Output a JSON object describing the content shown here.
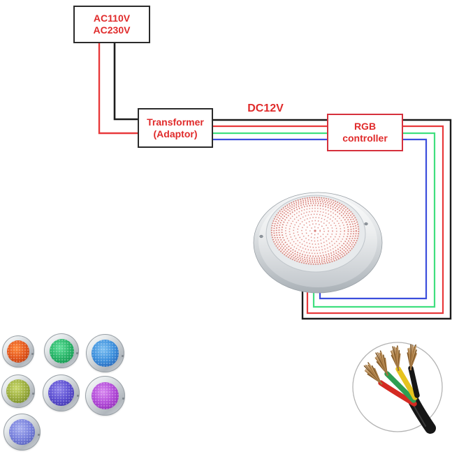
{
  "diagram": {
    "ac_box": {
      "line1": "AC110V",
      "line2": "AC230V"
    },
    "transformer_box": {
      "line1": "Transformer",
      "line2": "(Adaptor)"
    },
    "dc_label": "DC12V",
    "rgb_box": {
      "line1": "RGB",
      "line2": "controller"
    }
  },
  "colors": {
    "label_red": "#e02b2b",
    "box_border_dark": "#2b2b2b",
    "rgb_box_border": "#d6303c",
    "wire_black": "#1c1c1c",
    "wire_red": "#e8393b",
    "wire_green": "#3fdf7f",
    "wire_blue": "#3b4edc",
    "core_red": "#d42a22",
    "core_green": "#2e9e52",
    "core_yellow": "#e6c31e",
    "core_black": "#161616",
    "copper": "#a5763f",
    "copper_dark": "#7c5526",
    "copper_light": "#c49a63"
  },
  "lights": [
    {
      "name": "orange",
      "color": "#e4571c",
      "edge": "#b63608",
      "hi": "#ff8a3c"
    },
    {
      "name": "green",
      "color": "#27b467",
      "edge": "#0f8f4a",
      "hi": "#5fe09a"
    },
    {
      "name": "blue",
      "color": "#3c8fdc",
      "edge": "#1f5cb0",
      "hi": "#7ec0f2"
    },
    {
      "name": "yellow-green",
      "color": "#9cae3e",
      "edge": "#6d8422",
      "hi": "#c8d86a"
    },
    {
      "name": "indigo",
      "color": "#5b4ed0",
      "edge": "#3a2fa6",
      "hi": "#8f84ec"
    },
    {
      "name": "purple",
      "color": "#b24ad8",
      "edge": "#8a28b0",
      "hi": "#d88af0"
    },
    {
      "name": "periwinkle",
      "color": "#7780dc",
      "edge": "#4d58b4",
      "hi": "#a8b0f0"
    }
  ],
  "cable": {
    "core_order": [
      "red",
      "green",
      "yellow",
      "black"
    ]
  }
}
